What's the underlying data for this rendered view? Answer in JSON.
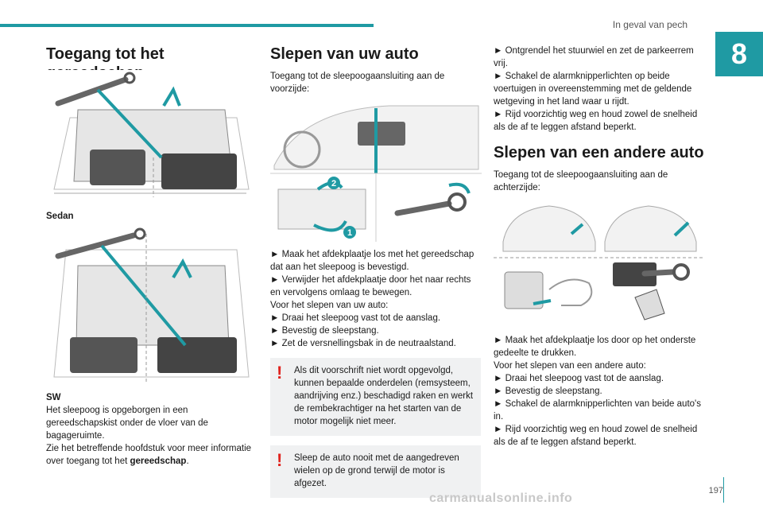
{
  "header": {
    "section_title": "In geval van pech",
    "chapter": "8"
  },
  "col1": {
    "heading": "Toegang tot het gereedschap",
    "caption_sedan": "Sedan",
    "caption_sw": "SW",
    "para1": "Het sleepoog is opgeborgen in een gereedschapskist onder de vloer van de bagageruimte.",
    "para2_prefix": "Zie het betreffende hoofdstuk voor meer informatie over toegang tot het ",
    "para2_bold": "gereedschap",
    "para2_suffix": "."
  },
  "col2": {
    "heading": "Slepen van uw auto",
    "intro": "Toegang tot de sleepoogaansluiting aan de voorzijde:",
    "lines": [
      "► Maak het afdekplaatje los met het gereedschap dat aan het sleepoog is bevestigd.",
      "► Verwijder het afdekplaatje door het naar rechts en vervolgens omlaag te bewegen.",
      "Voor het slepen van uw auto:",
      "► Draai het sleepoog vast tot de aanslag.",
      "► Bevestig de sleepstang.",
      "► Zet de versnellingsbak in de neutraalstand."
    ],
    "warning1": "Als dit voorschrift niet wordt opgevolgd, kunnen bepaalde onderdelen (remsysteem, aandrijving enz.) beschadigd raken en werkt de rembekrachtiger na het starten van de motor mogelijk niet meer.",
    "warning2": "Sleep de auto nooit met de aangedreven wielen op de grond terwijl de motor is afgezet.",
    "badge1": "1",
    "badge2": "2"
  },
  "col3": {
    "lines_top": [
      "► Ontgrendel het stuurwiel en zet de parkeerrem vrij.",
      "► Schakel de alarmknipperlichten op beide voertuigen in overeenstemming met de geldende wetgeving in het land waar u rijdt.",
      "► Rijd voorzichtig weg en houd zowel de snelheid als de af te leggen afstand beperkt."
    ],
    "heading": "Slepen van een andere auto",
    "intro": "Toegang tot de sleepoogaansluiting aan de achterzijde:",
    "lines_bottom": [
      "► Maak het afdekplaatje los door op het onderste gedeelte te drukken.",
      "Voor het slepen van een andere auto:",
      "► Draai het sleepoog vast tot de aanslag.",
      "► Bevestig de sleepstang.",
      "► Schakel de alarmknipperlichten van beide auto's in.",
      "► Rijd voorzichtig weg en houd zowel de snelheid als de af te leggen afstand beperkt."
    ]
  },
  "footer": {
    "page_number": "197",
    "watermark": "carmanualsonline.info"
  },
  "colors": {
    "accent": "#1f9aa3",
    "warning": "#e0231e"
  }
}
